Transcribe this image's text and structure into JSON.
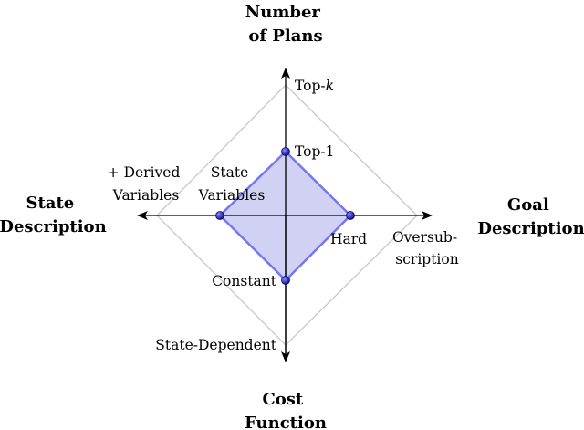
{
  "axes": {
    "top": {
      "title_lines": [
        "Number",
        "of Plans"
      ],
      "inner_label": "Top-1",
      "outer_label_prefix": "Top-",
      "outer_label_var": "k"
    },
    "right": {
      "title_lines": [
        "Goal",
        "Description"
      ],
      "inner_label": "Hard",
      "outer_label_lines": [
        "Oversub-",
        "scription"
      ]
    },
    "bottom": {
      "title_lines": [
        "Cost",
        "Function"
      ],
      "inner_label": "Constant",
      "outer_label": "State-Dependent"
    },
    "left": {
      "title_lines": [
        "State",
        "Description"
      ],
      "inner_label_lines": [
        "State",
        "Variables"
      ],
      "outer_label_lines": [
        "+ Derived",
        "Variables"
      ]
    }
  },
  "colors": {
    "axis": "#000000",
    "outer_diamond": "#c8c8c8",
    "highlight_fill": "#c9c9f2",
    "highlight_stroke": "#7777ee",
    "point_fill": "#1a1ab0"
  }
}
